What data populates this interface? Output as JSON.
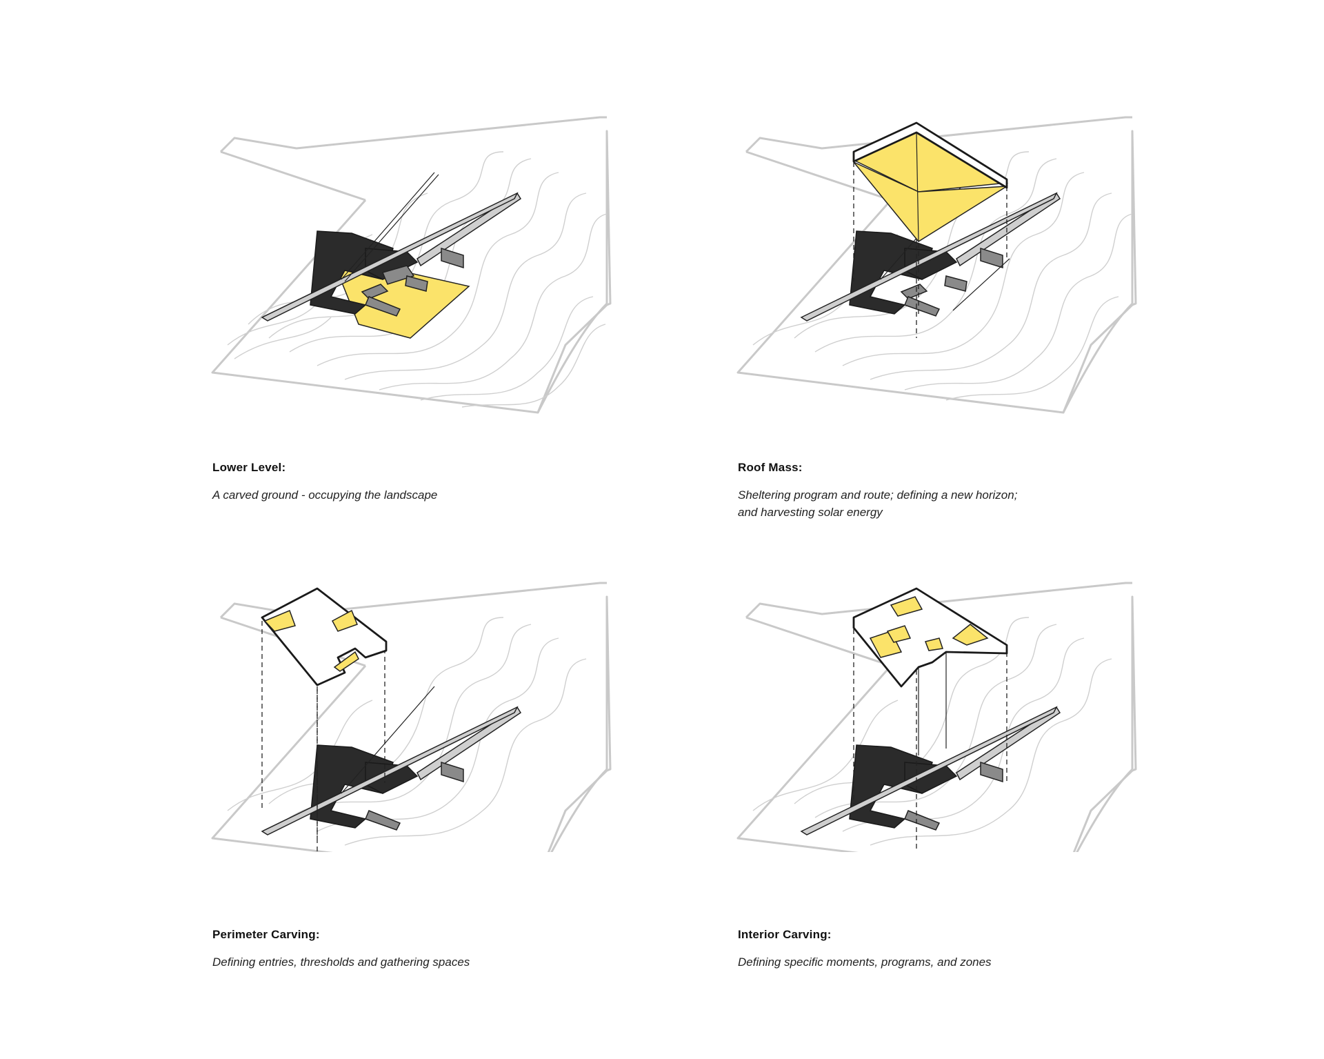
{
  "panels": [
    {
      "title": "Lower Level:",
      "text": "A carved ground - occupying the landscape"
    },
    {
      "title": "Roof Mass:",
      "text": "Sheltering program and route; defining a new horizon; and harvesting solar energy"
    },
    {
      "title": "Perimeter Carving:",
      "text": "Defining entries, thresholds and gathering spaces"
    },
    {
      "title": "Interior Carving:",
      "text": "Defining specific moments, programs, and zones"
    }
  ],
  "colors": {
    "accent": "#fbe36a",
    "mass": "#2b2b2b",
    "site_line": "#c9c9c9"
  }
}
